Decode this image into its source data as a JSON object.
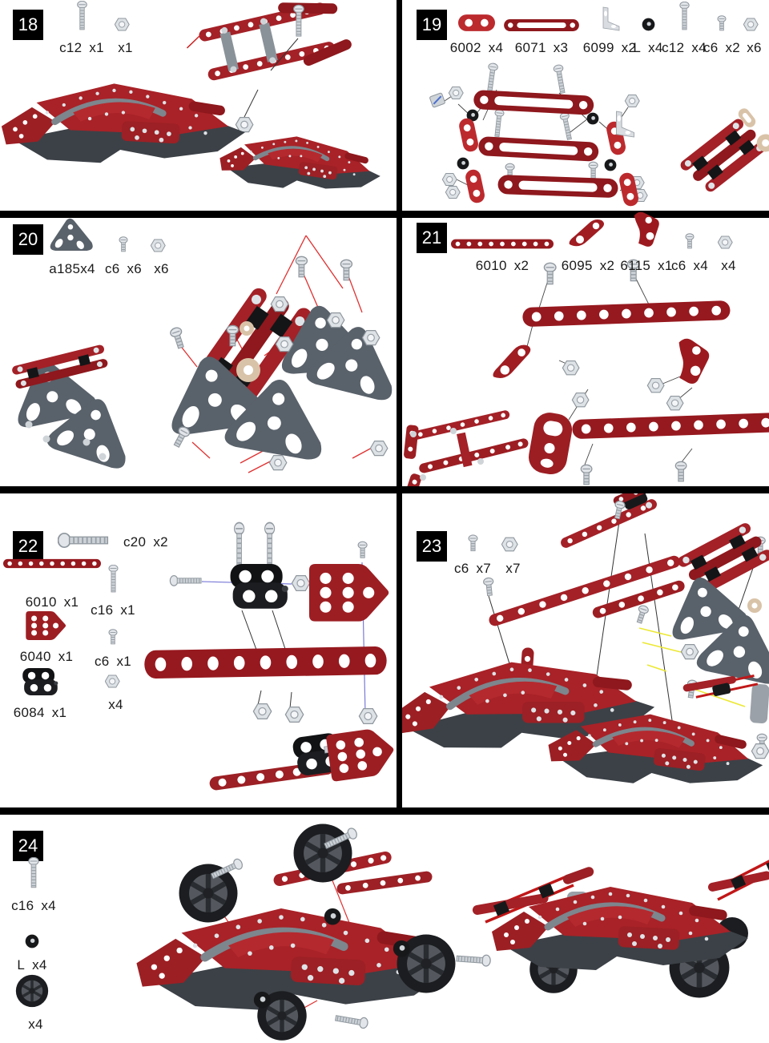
{
  "doc": {
    "type": "assembly-instructions",
    "steps_shown": [
      "18",
      "19",
      "20",
      "21",
      "22",
      "23",
      "24"
    ]
  },
  "colors": {
    "panel_border": "#000000",
    "step_box_bg": "#000000",
    "step_box_text": "#ffffff",
    "part_red": "#a32127",
    "part_dark_red": "#8e181d",
    "part_bright_red": "#bc2a2e",
    "part_gray_plate": "#59616a",
    "part_black": "#17181a",
    "metal_silver": "#ccd2d7",
    "tan": "#d9c3a8",
    "pointer_red": "#e03030",
    "pointer_yellow": "#ece832",
    "pointer_blue": "#7a7ad8"
  },
  "panels": {
    "p18": {
      "number": "18",
      "parts": [
        {
          "name": "c12",
          "qty": "x1"
        },
        {
          "name": "",
          "qty": "x1"
        }
      ]
    },
    "p19": {
      "number": "19",
      "parts": [
        {
          "name": "6002",
          "qty": "x4"
        },
        {
          "name": "6071",
          "qty": "x3"
        },
        {
          "name": "6099",
          "qty": "x2"
        },
        {
          "name": "L",
          "qty": "x4"
        },
        {
          "name": "c12",
          "qty": "x4"
        },
        {
          "name": "c6",
          "qty": "x2"
        },
        {
          "name": "",
          "qty": "x6"
        }
      ]
    },
    "p20": {
      "number": "20",
      "parts": [
        {
          "name": "a185x4",
          "qty": ""
        },
        {
          "name": "c6",
          "qty": "x6"
        },
        {
          "name": "",
          "qty": "x6"
        }
      ]
    },
    "p21": {
      "number": "21",
      "parts": [
        {
          "name": "6010",
          "qty": "x2"
        },
        {
          "name": "6095",
          "qty": "x2"
        },
        {
          "name": "6115",
          "qty": "x1"
        },
        {
          "name": "c6",
          "qty": "x4"
        },
        {
          "name": "",
          "qty": "x4"
        }
      ]
    },
    "p22": {
      "number": "22",
      "parts": [
        {
          "name": "c20",
          "qty": "x2"
        },
        {
          "name": "6010",
          "qty": "x1"
        },
        {
          "name": "c16",
          "qty": "x1"
        },
        {
          "name": "6040",
          "qty": "x1"
        },
        {
          "name": "c6",
          "qty": "x1"
        },
        {
          "name": "6084",
          "qty": "x1"
        },
        {
          "name": "",
          "qty": "x4"
        }
      ]
    },
    "p23": {
      "number": "23",
      "parts": [
        {
          "name": "c6",
          "qty": "x7"
        },
        {
          "name": "",
          "qty": "x7"
        }
      ]
    },
    "p24": {
      "number": "24",
      "parts": [
        {
          "name": "c16",
          "qty": "x4"
        },
        {
          "name": "L",
          "qty": "x4"
        },
        {
          "name": "",
          "qty": "x4"
        }
      ]
    }
  }
}
